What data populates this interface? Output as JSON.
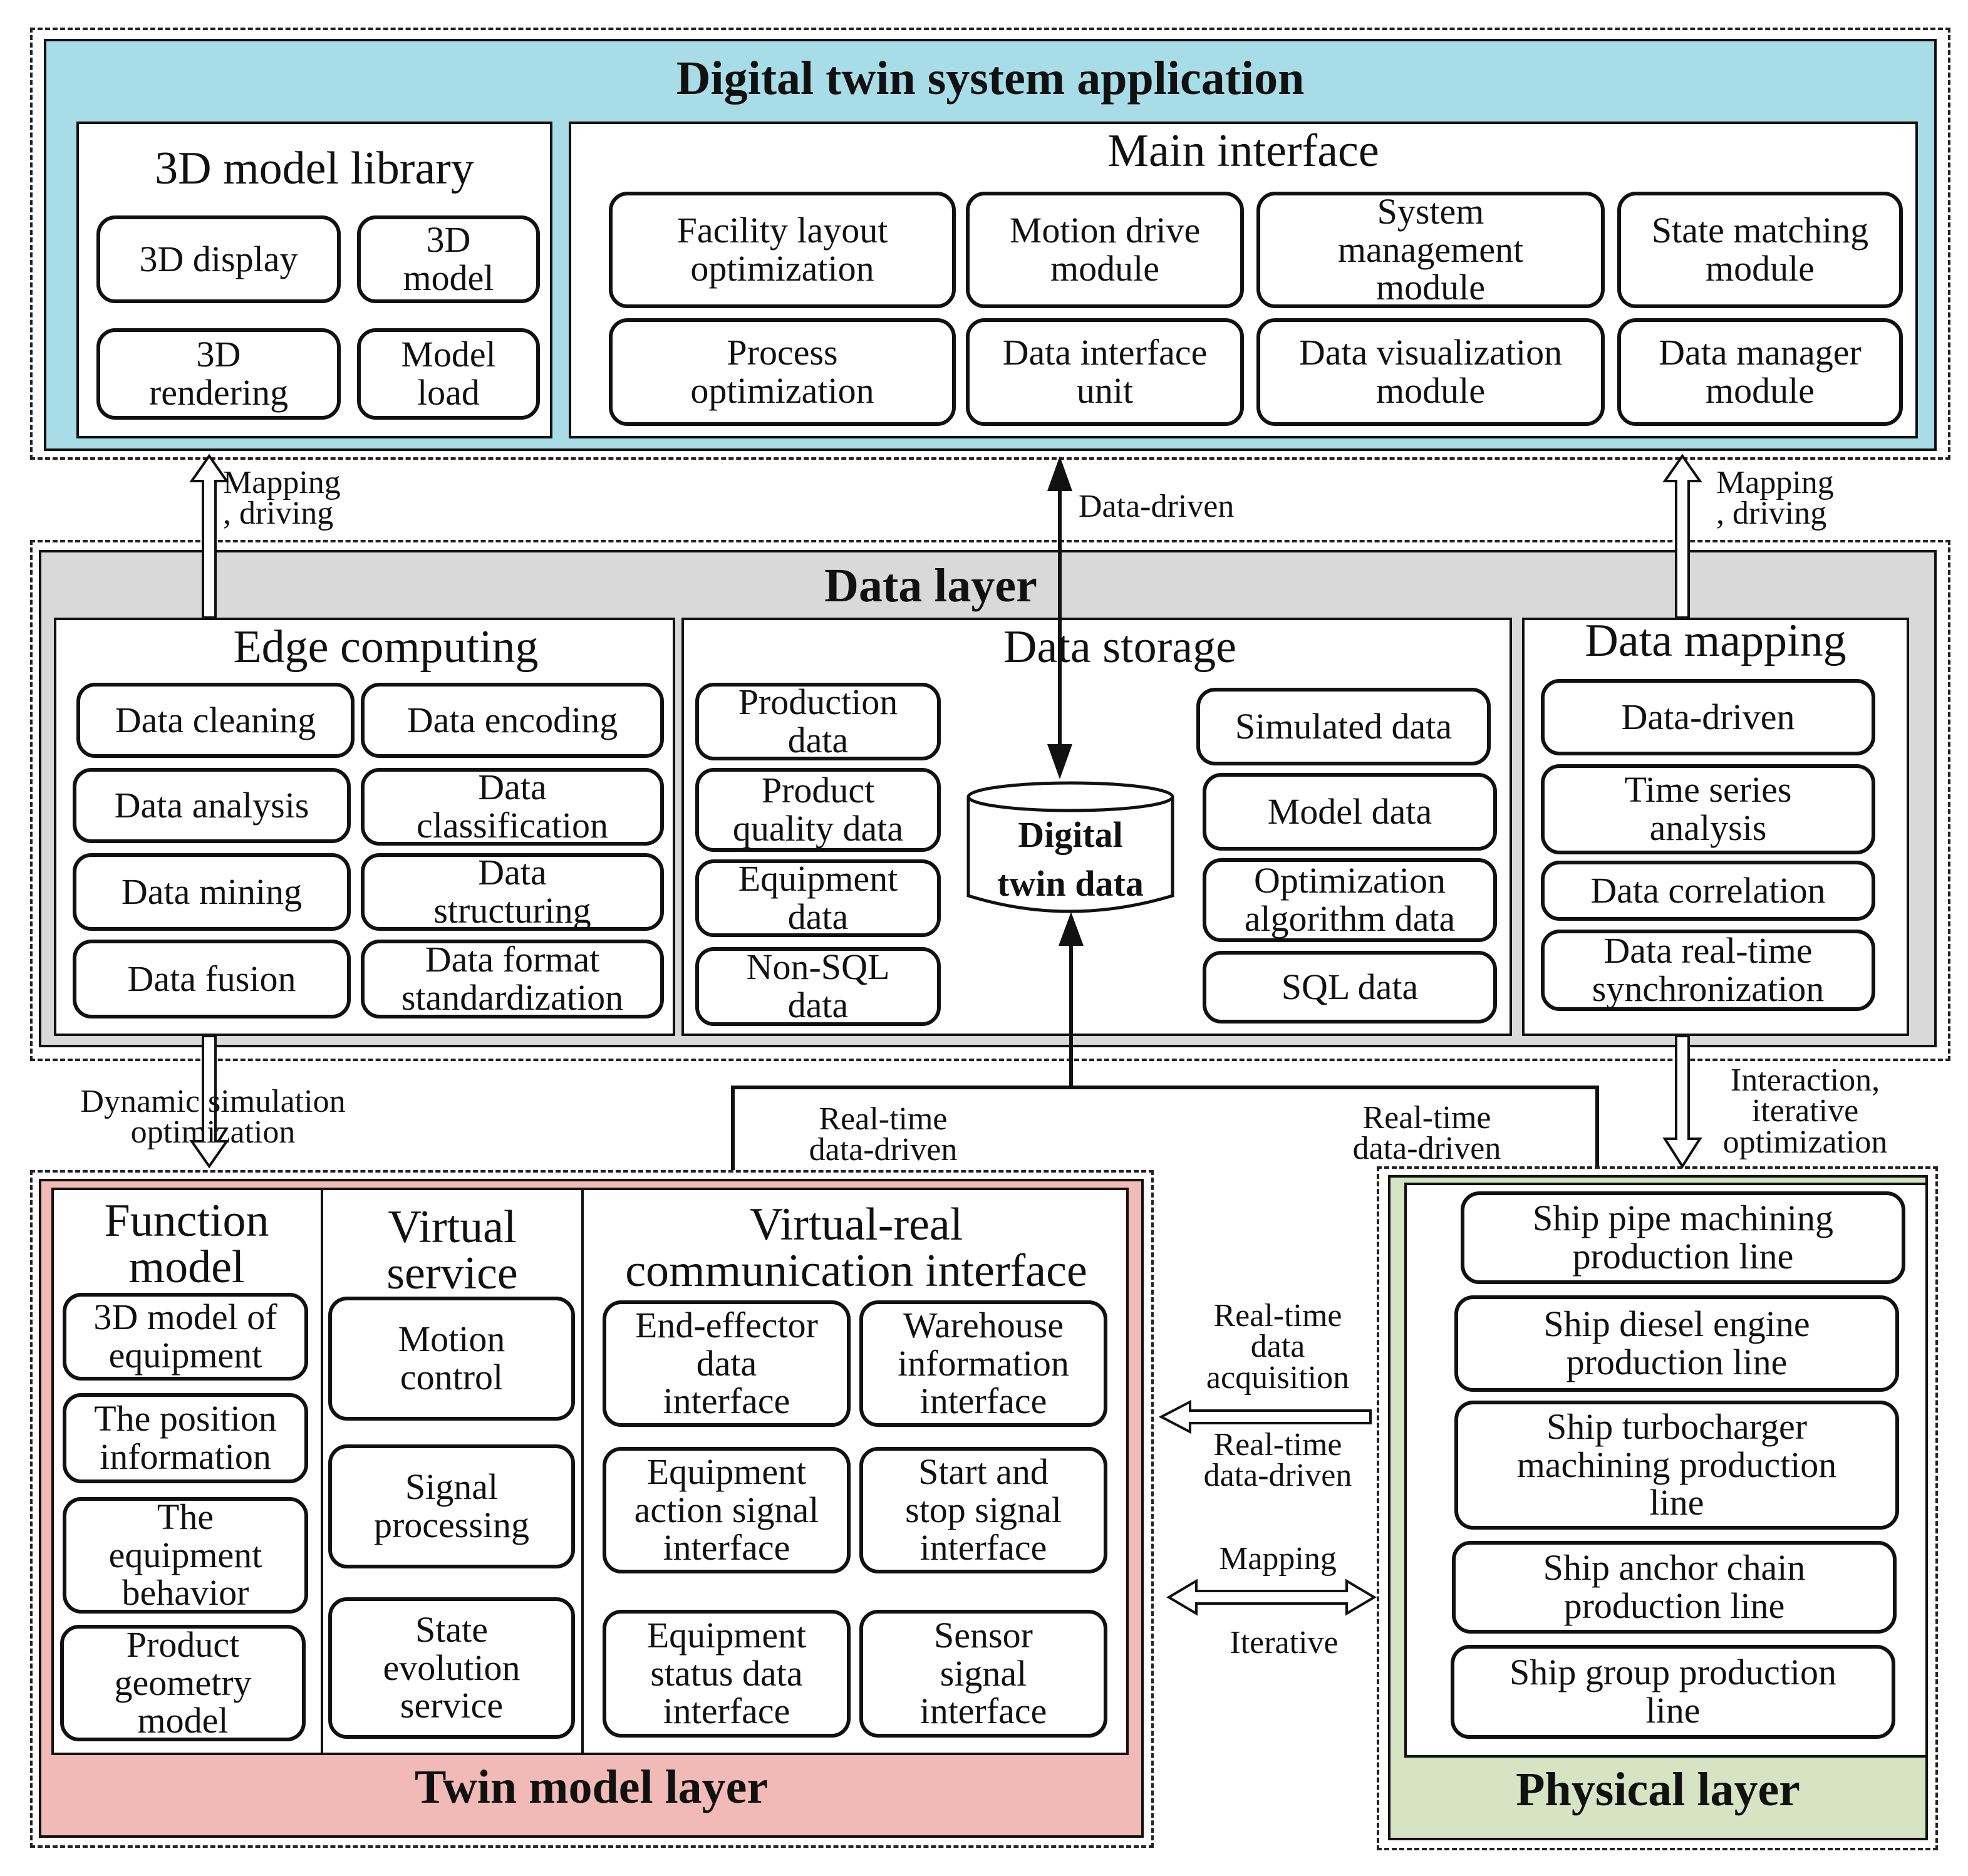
{
  "app_layer": {
    "title": "Digital twin  system application",
    "library": {
      "title": "3D model  library",
      "items": [
        "3D display",
        "3D\nmodel",
        "3D\nrendering",
        "Model\nload"
      ]
    },
    "main": {
      "title": "Main interface",
      "items": [
        "Facility layout\noptimization",
        "Motion drive\nmodule",
        "System\nmanagement\nmodule",
        "State matching\nmodule",
        "Process\noptimization",
        "Data interface\nunit",
        "Data visualization\nmodule",
        "Data manager\nmodule"
      ]
    }
  },
  "data_layer": {
    "title": "Data  layer",
    "edge": {
      "title": "Edge computing",
      "items": [
        "Data cleaning",
        "Data encoding",
        "Data analysis",
        "Data\nclassification",
        "Data mining",
        "Data\nstructuring",
        "Data fusion",
        "Data format\nstandardization"
      ]
    },
    "storage": {
      "title": "Data storage",
      "left_items": [
        "Production\ndata",
        "Product\nquality  data",
        "Equipment\ndata",
        "Non-SQL\ndata"
      ],
      "right_items": [
        "Simulated data",
        "Model data",
        "Optimization\nalgorithm data",
        "SQL data"
      ],
      "center": "Digital\ntwin  data"
    },
    "mapping": {
      "title": "Data mapping",
      "items": [
        "Data-driven",
        "Time series\nanalysis",
        "Data correlation",
        "Data real-time\nsynchronization"
      ]
    }
  },
  "twin_layer": {
    "title": "Twin model layer",
    "function_model": {
      "title": "Function\nmodel",
      "items": [
        "3D model of\nequipment",
        "The position\ninformation",
        "The\nequipment\nbehavior",
        "Product\ngeometry\nmodel"
      ]
    },
    "virtual_service": {
      "title": "Virtual\nservice",
      "items": [
        "Motion\ncontrol",
        "Signal\nprocessing",
        "State\nevolution\nservice"
      ]
    },
    "interface": {
      "title": "Virtual-real\ncommunication interface",
      "items": [
        "End-effector\ndata\ninterface",
        "Warehouse\ninformation\ninterface",
        "Equipment\naction signal\ninterface",
        "Start and\nstop signal\ninterface",
        "Equipment\nstatus data\ninterface",
        "Sensor\nsignal\ninterface"
      ]
    }
  },
  "physical_layer": {
    "title": "Physical  layer",
    "items": [
      "Ship pipe machining\nproduction line",
      "Ship diesel engine\nproduction line",
      "Ship turbocharger\nmachining production\nline",
      "Ship  anchor  chain\nproduction line",
      "Ship group production\nline"
    ]
  },
  "connectors": {
    "mapping_driving_left": "Mapping\n, driving",
    "data_driven_center": "Data-driven",
    "mapping_driving_right": "Mapping\n, driving",
    "dynamic_sim": "Dynamic simulation\noptimization",
    "realtime_left": "Real-time\ndata-driven",
    "realtime_right": "Real-time\ndata-driven",
    "interaction": "Interaction,\niterative\noptimization",
    "acquisition": "Real-time\ndata\nacquisition",
    "realtime_driven_side": "Real-time\ndata-driven",
    "mapping": "Mapping",
    "iterative": "Iterative"
  },
  "colors": {
    "application_fill": "#a8dde8",
    "data_fill": "#d9d9d9",
    "twin_fill": "#f2bab6",
    "physical_fill": "#d6e4c4"
  }
}
